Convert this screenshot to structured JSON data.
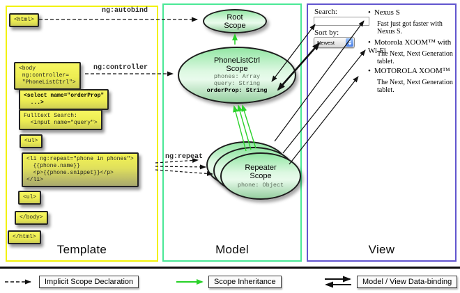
{
  "panels": {
    "template": {
      "title": "Template"
    },
    "model": {
      "title": "Model"
    },
    "view": {
      "title": "View"
    }
  },
  "directives": {
    "autobind": "ng:autobind",
    "controller": "ng:controller",
    "repeat": "ng:repeat"
  },
  "template_code": {
    "html_open": "<html>",
    "body_open": "<body\n ng:controller=\n \"PhoneListCtrl\">",
    "select": "<select name=\"orderProp\"\n  ...>",
    "fulltext": "Fulltext Search:\n  <input name=\"query\">",
    "ul_open": "<ul>",
    "li_repeat": "<li ng:repeat=\"phone in phones\">\n  {{phone.name}}\n  <p>{{phone.snippet}}</p>\n</li>",
    "ul_close": "<ul>",
    "body_close": "</body>",
    "html_close": "</html>"
  },
  "model": {
    "root_scope": {
      "name": "Root\nScope"
    },
    "phonelist_scope": {
      "name": "PhoneListCtrl\nScope",
      "prop1": "phones: Array",
      "prop2": "query: String",
      "prop3": "orderProp: String"
    },
    "repeater_scope": {
      "name": "Repeater\nScope",
      "prop1": "phone: Object"
    }
  },
  "view": {
    "search_label": "Search:",
    "sort_label": "Sort by:",
    "sort_value": "Newest",
    "bullet": "•",
    "items": [
      {
        "name": "Nexus S",
        "desc": "Fast just got faster with Nexus S."
      },
      {
        "name": "Motorola XOOM™ with Wi-Fi",
        "desc": "The Next, Next Generation tablet."
      },
      {
        "name": "MOTOROLA XOOM™",
        "desc": "The Next, Next Generation tablet."
      }
    ]
  },
  "legend": {
    "implicit": "Implicit Scope Declaration",
    "inheritance": "Scope Inheritance",
    "binding": "Model / View Data-binding"
  },
  "colors": {
    "template_border": "#f2f20a",
    "model_border": "#4ae896",
    "view_border": "#6256cf",
    "scope_fill": "#a8eab5",
    "inheritance_green": "#2bd22b",
    "code_box_yellow": "#eded52"
  }
}
